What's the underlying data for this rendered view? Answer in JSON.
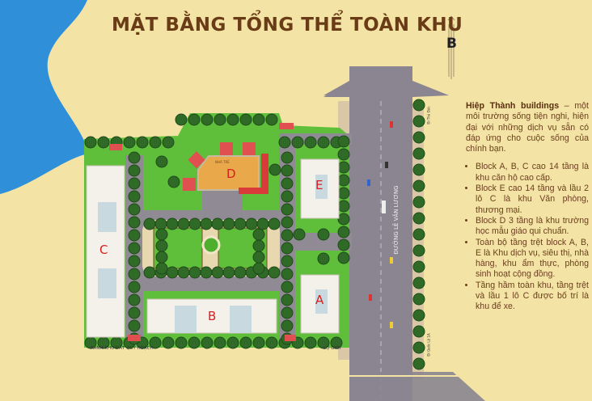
{
  "title": "MẶT BẰNG TỔNG THỂ TOÀN KHU",
  "compass": {
    "icon": "north-arrow-icon",
    "label": "B"
  },
  "description": {
    "lead_bold": "Hiệp Thành buildings",
    "lead_text": " – một môi trường sống tiện nghi, hiện đại với những dịch vụ sẵn có đáp ứng cho cuộc sống của chính bạn.",
    "bullets": [
      "Block A, B, C cao 14 tầng là khu căn hộ cao cấp.",
      "Block E cao 14 tầng và lầu 2 lô C là khu Văn phòng, thương mại.",
      "Block D  3 tầng là khu trường học mẫu giáo qui chuẩn.",
      "Toàn bộ tầng trệt block A, B, E là Khu dịch vụ, siêu thị, nhà hàng, khu ẩm thực, phòng sinh hoạt cộng đồng.",
      "Tầng hầm toàn khu, tầng trệt và lầu 1 lô C được bố trí là khu để xe."
    ]
  },
  "plan": {
    "blocks": {
      "A": "A",
      "B": "B",
      "C": "C",
      "D": "D",
      "E": "E"
    },
    "d_sublabel": "NHÀ TRẺ",
    "road_name": "ĐƯỜNG LÊ VĂN LƯƠNG",
    "to_north": "Đi Thủ Đức",
    "to_south": "Đi Quốc Lộ 1A",
    "boundary_label": "RANH KHU ĐẤT QUY HOẠCH",
    "setback_label": "LỘ GIỚI"
  },
  "colors": {
    "background": "#f3e3a4",
    "water": "#2f8fd8",
    "title": "#6a3b17",
    "grass": "#5fbf3a",
    "road": "#8a8590",
    "building": "#f4f0ea",
    "label_red": "#d62020",
    "school_roof": "#e9a94a"
  }
}
